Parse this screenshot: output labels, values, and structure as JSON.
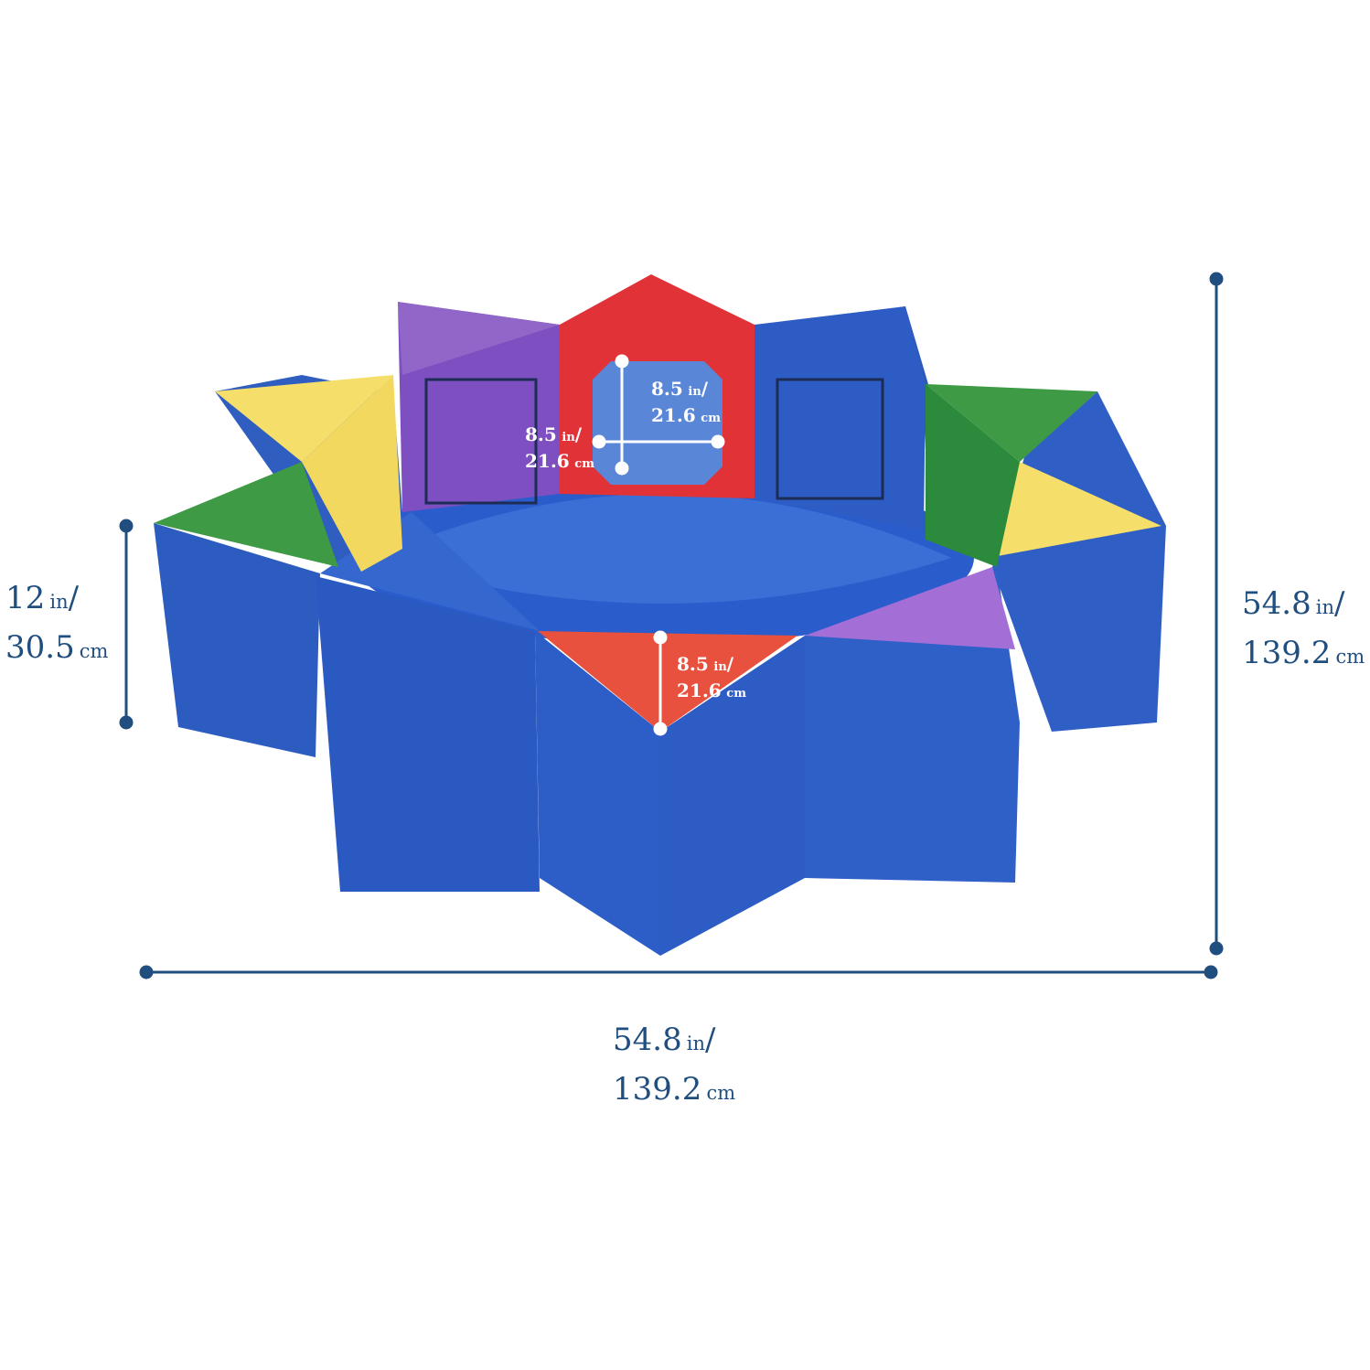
{
  "colors": {
    "dimension": "#1f4e7f",
    "blue": "#2f5fc4",
    "red": "#e13238",
    "purple": "#7d4fc0",
    "yellow": "#f5df6a",
    "green": "#3f9a45",
    "window": "#5a86d8"
  },
  "labels": {
    "width": {
      "value": "54.8",
      "unit_in": "in",
      "slash": "/",
      "value_cm": "139.2",
      "unit_cm": "cm"
    },
    "depth": {
      "value": "54.8",
      "unit_in": "in",
      "slash": "/",
      "value_cm": "139.2",
      "unit_cm": "cm"
    },
    "height": {
      "value": "12",
      "unit_in": "in",
      "slash": "/",
      "value_cm": "30.5",
      "unit_cm": "cm"
    },
    "window_height": {
      "value": "8.5",
      "unit_in": "in",
      "slash": "/",
      "value_cm": "21.6",
      "unit_cm": "cm"
    },
    "window_width": {
      "value": "8.5",
      "unit_in": "in",
      "slash": "/",
      "value_cm": "21.6",
      "unit_cm": "cm"
    },
    "triangle_side": {
      "value": "8.5",
      "unit_in": "in",
      "slash": "/",
      "value_cm": "21.6",
      "unit_cm": "cm"
    }
  }
}
